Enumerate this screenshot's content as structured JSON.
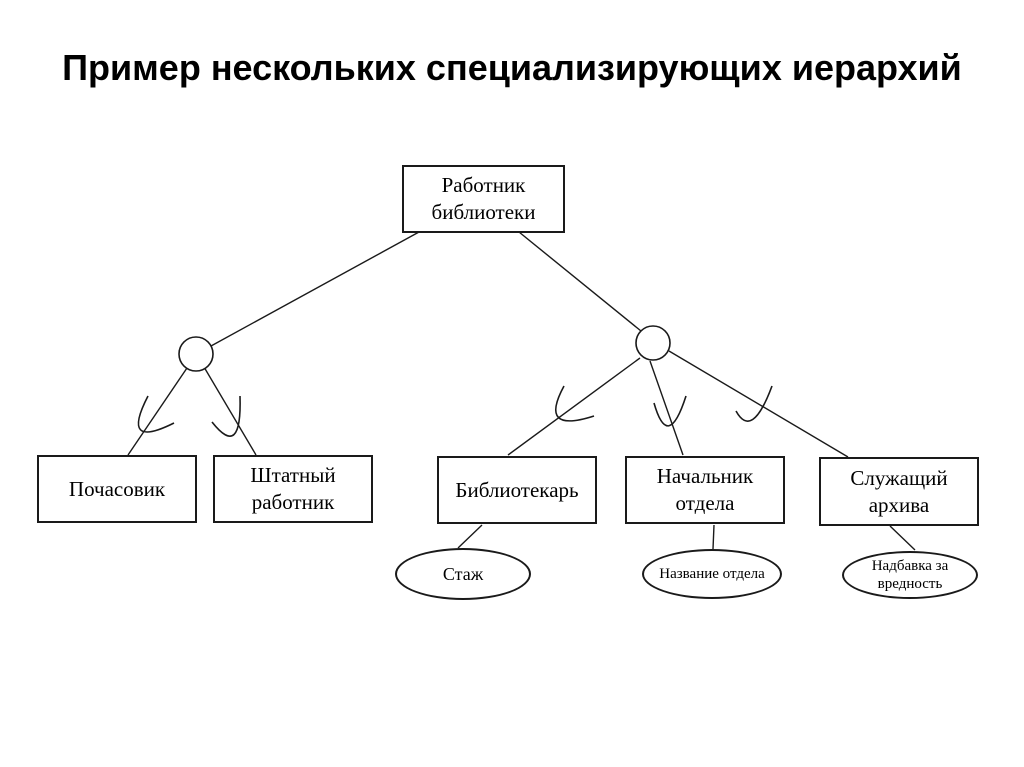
{
  "title": "Пример нескольких специализирующих иерархий",
  "colors": {
    "stroke": "#1a1a1a",
    "background": "#ffffff",
    "text": "#000000"
  },
  "diagram": {
    "root": {
      "label": "Работник библиотеки"
    },
    "hierarchies": [
      {
        "children": [
          {
            "label": "Почасовик"
          },
          {
            "label": "Штатный работник"
          }
        ]
      },
      {
        "children": [
          {
            "label": "Библиотекарь",
            "attribute": "Стаж"
          },
          {
            "label": "Начальник отдела",
            "attribute": "Название отдела"
          },
          {
            "label": "Служащий архива",
            "attribute": "Надбавка за вредность"
          }
        ]
      }
    ]
  }
}
